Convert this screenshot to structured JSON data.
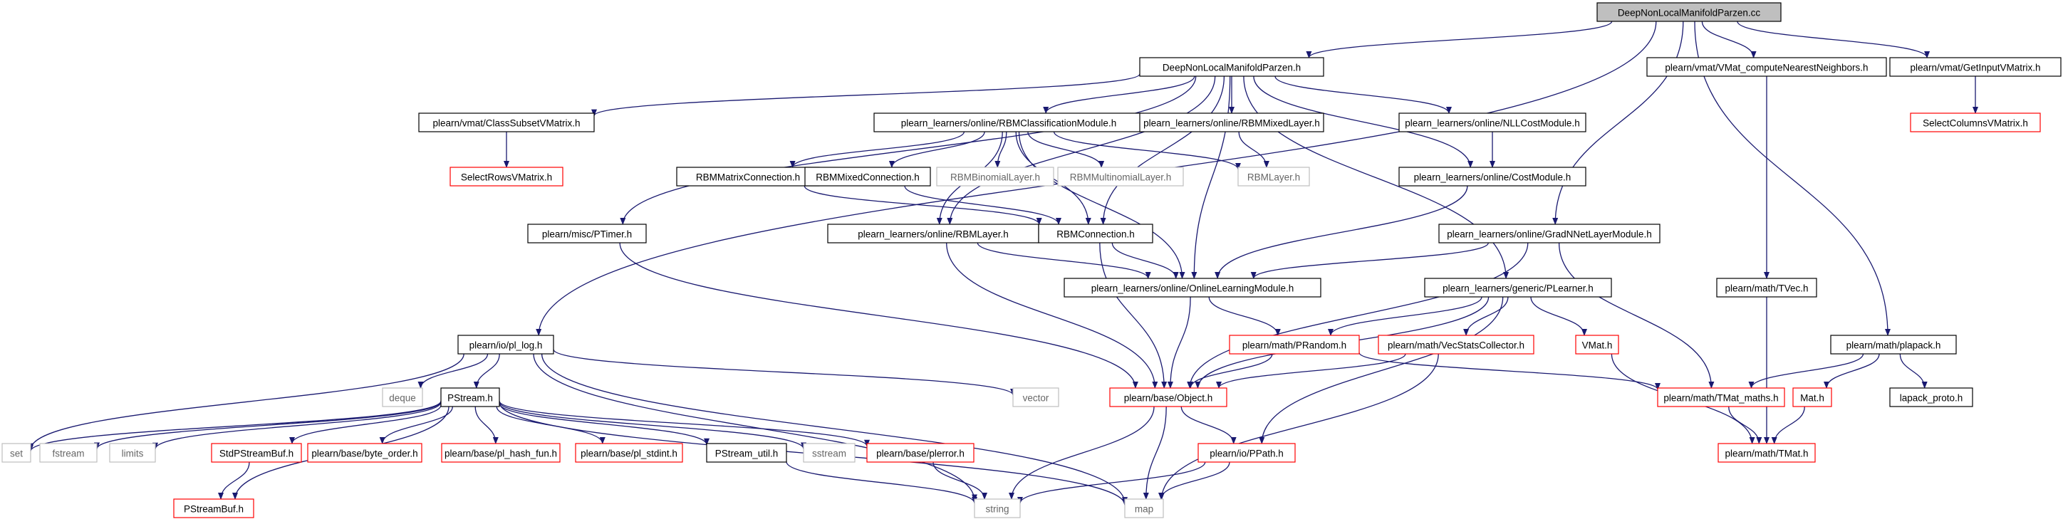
{
  "colors": {
    "edge": "#191970",
    "root_fill": "#bfbfbf",
    "normal_border": "#000000",
    "truncated_border": "#ff0000",
    "external_border": "#bfbfbf",
    "text_normal": "#000000",
    "text_external": "#666666"
  },
  "nodes": [
    {
      "id": "root",
      "label": "DeepNonLocalManifoldParzen.cc",
      "kind": "root"
    },
    {
      "id": "dnlmp_h",
      "label": "DeepNonLocalManifoldParzen.h",
      "kind": "normal"
    },
    {
      "id": "vmat_cnn",
      "label": "plearn/vmat/VMat_computeNearestNeighbors.h",
      "kind": "normal"
    },
    {
      "id": "getinput",
      "label": "plearn/vmat/GetInputVMatrix.h",
      "kind": "normal"
    },
    {
      "id": "selcols",
      "label": "SelectColumnsVMatrix.h",
      "kind": "truncated"
    },
    {
      "id": "classsubset",
      "label": "plearn/vmat/ClassSubsetVMatrix.h",
      "kind": "normal"
    },
    {
      "id": "rbmclass",
      "label": "plearn_learners/online/RBMClassificationModule.h",
      "kind": "normal"
    },
    {
      "id": "rbmmixedlayer",
      "label": "plearn_learners/online/RBMMixedLayer.h",
      "kind": "normal"
    },
    {
      "id": "nllcost",
      "label": "plearn_learners/online/NLLCostModule.h",
      "kind": "normal"
    },
    {
      "id": "selrows",
      "label": "SelectRowsVMatrix.h",
      "kind": "truncated"
    },
    {
      "id": "rbmmatconn",
      "label": "RBMMatrixConnection.h",
      "kind": "normal"
    },
    {
      "id": "rbmmixedconn",
      "label": "RBMMixedConnection.h",
      "kind": "normal"
    },
    {
      "id": "rbmbinlayer",
      "label": "RBMBinomialLayer.h",
      "kind": "external"
    },
    {
      "id": "rbmmultilayer",
      "label": "RBMMultinomialLayer.h",
      "kind": "external"
    },
    {
      "id": "rbmlayerh",
      "label": "RBMLayer.h",
      "kind": "external"
    },
    {
      "id": "costmodule",
      "label": "plearn_learners/online/CostModule.h",
      "kind": "normal"
    },
    {
      "id": "ptimer",
      "label": "plearn/misc/PTimer.h",
      "kind": "normal"
    },
    {
      "id": "rbmlayer",
      "label": "plearn_learners/online/RBMLayer.h",
      "kind": "normal"
    },
    {
      "id": "rbmconn",
      "label": "RBMConnection.h",
      "kind": "normal"
    },
    {
      "id": "gradnnet",
      "label": "plearn_learners/online/GradNNetLayerModule.h",
      "kind": "normal"
    },
    {
      "id": "tvec",
      "label": "plearn/math/TVec.h",
      "kind": "normal"
    },
    {
      "id": "onlinelearning",
      "label": "plearn_learners/online/OnlineLearningModule.h",
      "kind": "normal"
    },
    {
      "id": "plearner",
      "label": "plearn_learners/generic/PLearner.h",
      "kind": "normal"
    },
    {
      "id": "pllog",
      "label": "plearn/io/pl_log.h",
      "kind": "normal"
    },
    {
      "id": "plapack",
      "label": "plearn/math/plapack.h",
      "kind": "normal"
    },
    {
      "id": "deque",
      "label": "deque",
      "kind": "external"
    },
    {
      "id": "prandom",
      "label": "plearn/math/PRandom.h",
      "kind": "truncated"
    },
    {
      "id": "vecstats",
      "label": "plearn/math/VecStatsCollector.h",
      "kind": "truncated"
    },
    {
      "id": "vmat",
      "label": "VMat.h",
      "kind": "truncated"
    },
    {
      "id": "vector",
      "label": "vector",
      "kind": "external"
    },
    {
      "id": "pstream",
      "label": "PStream.h",
      "kind": "normal"
    },
    {
      "id": "object",
      "label": "plearn/base/Object.h",
      "kind": "truncated"
    },
    {
      "id": "tmatmaths",
      "label": "plearn/math/TMat_maths.h",
      "kind": "truncated"
    },
    {
      "id": "math",
      "label": "Mat.h",
      "kind": "truncated"
    },
    {
      "id": "lapack",
      "label": "lapack_proto.h",
      "kind": "normal"
    },
    {
      "id": "set",
      "label": "set",
      "kind": "external"
    },
    {
      "id": "fstream",
      "label": "fstream",
      "kind": "external"
    },
    {
      "id": "limits",
      "label": "limits",
      "kind": "external"
    },
    {
      "id": "stdpsb",
      "label": "StdPStreamBuf.h",
      "kind": "truncated"
    },
    {
      "id": "byteorder",
      "label": "plearn/base/byte_order.h",
      "kind": "truncated"
    },
    {
      "id": "hashfun",
      "label": "plearn/base/pl_hash_fun.h",
      "kind": "truncated"
    },
    {
      "id": "stdint",
      "label": "plearn/base/pl_stdint.h",
      "kind": "truncated"
    },
    {
      "id": "psutil",
      "label": "PStream_util.h",
      "kind": "normal"
    },
    {
      "id": "sstream",
      "label": "sstream",
      "kind": "external"
    },
    {
      "id": "plerror",
      "label": "plearn/base/plerror.h",
      "kind": "truncated"
    },
    {
      "id": "ppath",
      "label": "plearn/io/PPath.h",
      "kind": "truncated"
    },
    {
      "id": "tmat",
      "label": "plearn/math/TMat.h",
      "kind": "truncated"
    },
    {
      "id": "psbuf",
      "label": "PStreamBuf.h",
      "kind": "truncated"
    },
    {
      "id": "string",
      "label": "string",
      "kind": "external"
    },
    {
      "id": "map",
      "label": "map",
      "kind": "external"
    }
  ],
  "edges": [
    [
      "root",
      "dnlmp_h"
    ],
    [
      "root",
      "vmat_cnn"
    ],
    [
      "root",
      "getinput"
    ],
    [
      "root",
      "gradnnet"
    ],
    [
      "root",
      "plapack"
    ],
    [
      "root",
      "pllog"
    ],
    [
      "dnlmp_h",
      "classsubset"
    ],
    [
      "dnlmp_h",
      "rbmclass"
    ],
    [
      "dnlmp_h",
      "rbmmixedlayer"
    ],
    [
      "dnlmp_h",
      "nllcost"
    ],
    [
      "dnlmp_h",
      "costmodule"
    ],
    [
      "dnlmp_h",
      "ptimer"
    ],
    [
      "dnlmp_h",
      "rbmlayer"
    ],
    [
      "dnlmp_h",
      "rbmconn"
    ],
    [
      "dnlmp_h",
      "onlinelearning"
    ],
    [
      "dnlmp_h",
      "plearner"
    ],
    [
      "getinput",
      "selcols"
    ],
    [
      "classsubset",
      "selrows"
    ],
    [
      "rbmclass",
      "rbmmatconn"
    ],
    [
      "rbmclass",
      "rbmmixedconn"
    ],
    [
      "rbmclass",
      "rbmbinlayer"
    ],
    [
      "rbmclass",
      "rbmmultilayer"
    ],
    [
      "rbmclass",
      "rbmlayerh"
    ],
    [
      "rbmclass",
      "rbmlayer"
    ],
    [
      "rbmclass",
      "rbmconn"
    ],
    [
      "rbmclass",
      "onlinelearning"
    ],
    [
      "rbmmixedlayer",
      "rbmlayerh"
    ],
    [
      "nllcost",
      "costmodule"
    ],
    [
      "rbmmatconn",
      "rbmconn"
    ],
    [
      "rbmmixedconn",
      "rbmconn"
    ],
    [
      "costmodule",
      "onlinelearning"
    ],
    [
      "ptimer",
      "object"
    ],
    [
      "rbmlayer",
      "onlinelearning"
    ],
    [
      "rbmlayer",
      "object"
    ],
    [
      "rbmconn",
      "onlinelearning"
    ],
    [
      "rbmconn",
      "object"
    ],
    [
      "gradnnet",
      "onlinelearning"
    ],
    [
      "gradnnet",
      "object"
    ],
    [
      "gradnnet",
      "tmatmaths"
    ],
    [
      "vmat_cnn",
      "tvec"
    ],
    [
      "tvec",
      "tmat"
    ],
    [
      "onlinelearning",
      "object"
    ],
    [
      "onlinelearning",
      "prandom"
    ],
    [
      "plearner",
      "prandom"
    ],
    [
      "plearner",
      "vecstats"
    ],
    [
      "plearner",
      "vmat"
    ],
    [
      "plearner",
      "object"
    ],
    [
      "plearner",
      "ppath"
    ],
    [
      "plapack",
      "tmatmaths"
    ],
    [
      "plapack",
      "math"
    ],
    [
      "plapack",
      "lapack"
    ],
    [
      "pllog",
      "deque"
    ],
    [
      "pllog",
      "vector"
    ],
    [
      "pllog",
      "pstream"
    ],
    [
      "pllog",
      "set"
    ],
    [
      "pllog",
      "string"
    ],
    [
      "pllog",
      "map"
    ],
    [
      "prandom",
      "object"
    ],
    [
      "prandom",
      "tmatmaths"
    ],
    [
      "vecstats",
      "object"
    ],
    [
      "vecstats",
      "map"
    ],
    [
      "vmat",
      "tmat"
    ],
    [
      "pstream",
      "set"
    ],
    [
      "pstream",
      "fstream"
    ],
    [
      "pstream",
      "limits"
    ],
    [
      "pstream",
      "stdpsb"
    ],
    [
      "pstream",
      "byteorder"
    ],
    [
      "pstream",
      "hashfun"
    ],
    [
      "pstream",
      "stdint"
    ],
    [
      "pstream",
      "psutil"
    ],
    [
      "pstream",
      "sstream"
    ],
    [
      "pstream",
      "plerror"
    ],
    [
      "pstream",
      "psbuf"
    ],
    [
      "pstream",
      "map"
    ],
    [
      "stdpsb",
      "psbuf"
    ],
    [
      "psutil",
      "string"
    ],
    [
      "plerror",
      "string"
    ],
    [
      "object",
      "ppath"
    ],
    [
      "object",
      "string"
    ],
    [
      "object",
      "map"
    ],
    [
      "tmatmaths",
      "tmat"
    ],
    [
      "math",
      "tmat"
    ],
    [
      "ppath",
      "string"
    ],
    [
      "ppath",
      "map"
    ]
  ]
}
